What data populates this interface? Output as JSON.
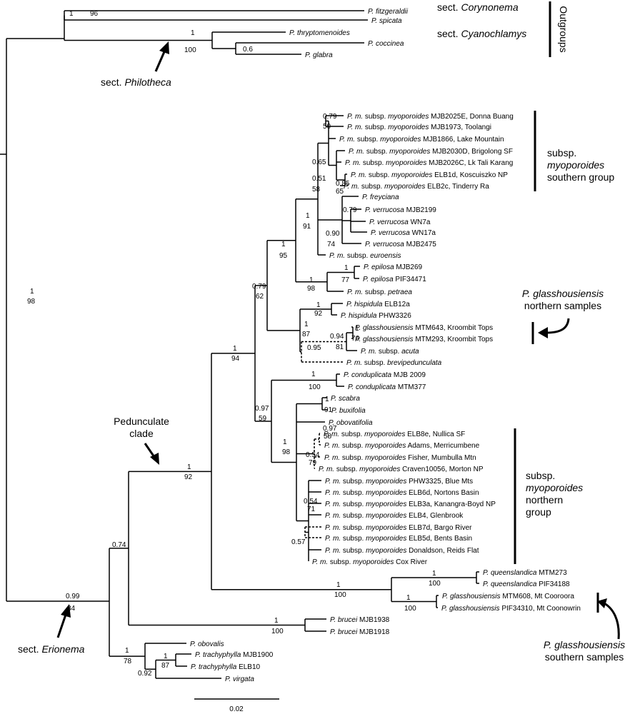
{
  "tips": [
    {
      "id": "fitz",
      "parts": [
        [
          "P. fitzgeraldii",
          true
        ]
      ]
    },
    {
      "id": "spic",
      "parts": [
        [
          "P. spicata",
          true
        ]
      ]
    },
    {
      "id": "thry",
      "parts": [
        [
          "P. thryptomenoides",
          true
        ]
      ]
    },
    {
      "id": "cocc",
      "parts": [
        [
          "P. coccinea",
          true
        ]
      ]
    },
    {
      "id": "glab",
      "parts": [
        [
          "P. glabra",
          true
        ]
      ]
    },
    {
      "id": "m1",
      "parts": [
        [
          "P. m.",
          true
        ],
        [
          " subsp. ",
          false
        ],
        [
          "myoporoides",
          true
        ],
        [
          " MJB2025E, Donna Buang",
          false
        ]
      ]
    },
    {
      "id": "m2",
      "parts": [
        [
          "P. m.",
          true
        ],
        [
          " subsp. ",
          false
        ],
        [
          "myoporoides",
          true
        ],
        [
          " MJB1973, Toolangi",
          false
        ]
      ]
    },
    {
      "id": "m3",
      "parts": [
        [
          "P. m.",
          true
        ],
        [
          " subsp. ",
          false
        ],
        [
          "myoporoides",
          true
        ],
        [
          " MJB1866, Lake Mountain",
          false
        ]
      ]
    },
    {
      "id": "m4",
      "parts": [
        [
          "P. m.",
          true
        ],
        [
          " subsp. ",
          false
        ],
        [
          "myoporoides",
          true
        ],
        [
          " MJB2030D, Brigolong SF",
          false
        ]
      ]
    },
    {
      "id": "m5",
      "parts": [
        [
          "P. m.",
          true
        ],
        [
          " subsp. ",
          false
        ],
        [
          "myoporoides",
          true
        ],
        [
          " MJB2026C, Lk Tali Karang",
          false
        ]
      ]
    },
    {
      "id": "m6",
      "parts": [
        [
          "P. m.",
          true
        ],
        [
          " subsp. ",
          false
        ],
        [
          "myoporoides",
          true
        ],
        [
          " ELB1d, Koscuiszko NP",
          false
        ]
      ]
    },
    {
      "id": "m7",
      "parts": [
        [
          "P. m.",
          true
        ],
        [
          " subsp. ",
          false
        ],
        [
          "myoporoides",
          true
        ],
        [
          " ELB2c, Tinderry Ra",
          false
        ]
      ]
    },
    {
      "id": "frey",
      "parts": [
        [
          "P. freyciana",
          true
        ]
      ]
    },
    {
      "id": "v1",
      "parts": [
        [
          "P. verrucosa",
          true
        ],
        [
          " MJB2199",
          false
        ]
      ]
    },
    {
      "id": "v2",
      "parts": [
        [
          "P. verrucosa",
          true
        ],
        [
          " WN7a",
          false
        ]
      ]
    },
    {
      "id": "v3",
      "parts": [
        [
          "P. verrucosa",
          true
        ],
        [
          " WN17a",
          false
        ]
      ]
    },
    {
      "id": "v4",
      "parts": [
        [
          "P. verrucosa",
          true
        ],
        [
          " MJB2475",
          false
        ]
      ]
    },
    {
      "id": "euro",
      "parts": [
        [
          "P. m.",
          true
        ],
        [
          " subsp. ",
          false
        ],
        [
          "euroensis",
          true
        ]
      ]
    },
    {
      "id": "ep1",
      "parts": [
        [
          "P. epilosa",
          true
        ],
        [
          " MJB269",
          false
        ]
      ]
    },
    {
      "id": "ep2",
      "parts": [
        [
          "P. epilosa",
          true
        ],
        [
          " PIF34471",
          false
        ]
      ]
    },
    {
      "id": "petr",
      "parts": [
        [
          "P. m.",
          true
        ],
        [
          " subsp. ",
          false
        ],
        [
          "petraea",
          true
        ]
      ]
    },
    {
      "id": "h1",
      "parts": [
        [
          "P. hispidula",
          true
        ],
        [
          " ELB12a",
          false
        ]
      ]
    },
    {
      "id": "h2",
      "parts": [
        [
          "P. hispidula",
          true
        ],
        [
          " PHW3326",
          false
        ]
      ]
    },
    {
      "id": "g1",
      "parts": [
        [
          "P. glasshousiensis",
          true
        ],
        [
          " MTM643, Kroombit Tops",
          false
        ]
      ]
    },
    {
      "id": "g2",
      "parts": [
        [
          "P. glasshousiensis",
          true
        ],
        [
          " MTM293, Kroombit Tops",
          false
        ]
      ]
    },
    {
      "id": "acut",
      "parts": [
        [
          "P. m.",
          true
        ],
        [
          " subsp. ",
          false
        ],
        [
          "acuta",
          true
        ]
      ]
    },
    {
      "id": "brev",
      "parts": [
        [
          "P. m.",
          true
        ],
        [
          " subsp. ",
          false
        ],
        [
          "brevipedunculata",
          true
        ]
      ]
    },
    {
      "id": "c1",
      "parts": [
        [
          "P. conduplicata",
          true
        ],
        [
          " MJB 2009",
          false
        ]
      ]
    },
    {
      "id": "c2",
      "parts": [
        [
          "P. conduplicata",
          true
        ],
        [
          " MTM377",
          false
        ]
      ]
    },
    {
      "id": "scab",
      "parts": [
        [
          "P. scabra",
          true
        ]
      ]
    },
    {
      "id": "buxi",
      "parts": [
        [
          "P. buxifolia",
          true
        ]
      ]
    },
    {
      "id": "obov",
      "parts": [
        [
          "P. obovatifolia",
          true
        ]
      ]
    },
    {
      "id": "n1",
      "parts": [
        [
          "P. m.",
          true
        ],
        [
          " subsp. ",
          false
        ],
        [
          "myoporoides",
          true
        ],
        [
          " ELB8e, Nullica SF",
          false
        ]
      ]
    },
    {
      "id": "n2",
      "parts": [
        [
          "P. m.",
          true
        ],
        [
          " subsp. ",
          false
        ],
        [
          "myoporoides",
          true
        ],
        [
          " Adams, Merricumbene",
          false
        ]
      ]
    },
    {
      "id": "n3",
      "parts": [
        [
          "P. m.",
          true
        ],
        [
          " subsp. ",
          false
        ],
        [
          "myoporoides",
          true
        ],
        [
          " Fisher, Mumbulla Mtn",
          false
        ]
      ]
    },
    {
      "id": "n4",
      "parts": [
        [
          "P. m.",
          true
        ],
        [
          " subsp. ",
          false
        ],
        [
          "myoporoides",
          true
        ],
        [
          " Craven10056, Morton NP",
          false
        ]
      ]
    },
    {
      "id": "n5",
      "parts": [
        [
          "P. m.",
          true
        ],
        [
          " subsp. ",
          false
        ],
        [
          "myoporoides",
          true
        ],
        [
          " PHW3325, Blue Mts",
          false
        ]
      ]
    },
    {
      "id": "n6",
      "parts": [
        [
          "P. m.",
          true
        ],
        [
          " subsp. ",
          false
        ],
        [
          "myoporoides",
          true
        ],
        [
          " ELB6d, Nortons Basin",
          false
        ]
      ]
    },
    {
      "id": "n7",
      "parts": [
        [
          "P. m.",
          true
        ],
        [
          " subsp. ",
          false
        ],
        [
          "myoporoides",
          true
        ],
        [
          " ELB3a, Kanangra-Boyd NP",
          false
        ]
      ]
    },
    {
      "id": "n8",
      "parts": [
        [
          "P. m.",
          true
        ],
        [
          " subsp. ",
          false
        ],
        [
          "myoporoides",
          true
        ],
        [
          " ELB4, Glenbrook",
          false
        ]
      ]
    },
    {
      "id": "n9",
      "parts": [
        [
          "P. m.",
          true
        ],
        [
          " subsp. ",
          false
        ],
        [
          "myoporoides",
          true
        ],
        [
          " ELB7d, Bargo River",
          false
        ]
      ]
    },
    {
      "id": "n10",
      "parts": [
        [
          "P. m.",
          true
        ],
        [
          " subsp. ",
          false
        ],
        [
          "myoporoides",
          true
        ],
        [
          " ELB5d, Bents Basin",
          false
        ]
      ]
    },
    {
      "id": "n11",
      "parts": [
        [
          "P. m.",
          true
        ],
        [
          " subsp. ",
          false
        ],
        [
          "myoporoides",
          true
        ],
        [
          " Donaldson, Reids Flat",
          false
        ]
      ]
    },
    {
      "id": "n12",
      "parts": [
        [
          "P. m.",
          true
        ],
        [
          " subsp. ",
          false
        ],
        [
          "myoporoides",
          true
        ],
        [
          " Cox River",
          false
        ]
      ]
    },
    {
      "id": "q1",
      "parts": [
        [
          "P. queenslandica",
          true
        ],
        [
          " MTM273",
          false
        ]
      ]
    },
    {
      "id": "q2",
      "parts": [
        [
          "P. queenslandica",
          true
        ],
        [
          " PIF34188",
          false
        ]
      ]
    },
    {
      "id": "gs1",
      "parts": [
        [
          "P. glasshousiensis",
          true
        ],
        [
          " MTM608, Mt Cooroora",
          false
        ]
      ]
    },
    {
      "id": "gs2",
      "parts": [
        [
          "P. glasshousiensis",
          true
        ],
        [
          " PIF34310, Mt Coonowrin",
          false
        ]
      ]
    },
    {
      "id": "br1",
      "parts": [
        [
          "P. brucei",
          true
        ],
        [
          " MJB1938",
          false
        ]
      ]
    },
    {
      "id": "br2",
      "parts": [
        [
          "P. brucei",
          true
        ],
        [
          " MJB1918",
          false
        ]
      ]
    },
    {
      "id": "obvl",
      "parts": [
        [
          "P. obovalis",
          true
        ]
      ]
    },
    {
      "id": "t1",
      "parts": [
        [
          "P. trachyphylla",
          true
        ],
        [
          " MJB1900",
          false
        ]
      ]
    },
    {
      "id": "t2",
      "parts": [
        [
          "P. trachyphylla",
          true
        ],
        [
          " ELB10",
          false
        ]
      ]
    },
    {
      "id": "virg",
      "parts": [
        [
          "P. virgata",
          true
        ]
      ]
    }
  ],
  "supports": [
    {
      "id": "s_root_pp",
      "text": "0.99"
    },
    {
      "id": "s_root_bs",
      "text": "84"
    },
    {
      "id": "s_b1_pp",
      "text": "1"
    },
    {
      "id": "s_b1_bs",
      "text": "96"
    },
    {
      "id": "s_b2_pp",
      "text": "1"
    },
    {
      "id": "s_b2_bs",
      "text": "98"
    },
    {
      "id": "s_b3_pp",
      "text": "1"
    },
    {
      "id": "s_b3_bs",
      "text": "100"
    },
    {
      "id": "s_b4_pp",
      "text": "0.6"
    },
    {
      "id": "s_a_pp",
      "text": "0.74"
    },
    {
      "id": "s_p_pp",
      "text": "1"
    },
    {
      "id": "s_p_bs",
      "text": "92"
    },
    {
      "id": "s_q_pp",
      "text": "1"
    },
    {
      "id": "s_q_bs",
      "text": "94"
    },
    {
      "id": "s_r_pp",
      "text": "0.79"
    },
    {
      "id": "s_r_bs",
      "text": "62"
    },
    {
      "id": "s_t_pp",
      "text": "1"
    },
    {
      "id": "s_t_bs",
      "text": "95"
    },
    {
      "id": "s_u_pp",
      "text": "1"
    },
    {
      "id": "s_u_bs",
      "text": "91"
    },
    {
      "id": "s_v_pp",
      "text": "0.51"
    },
    {
      "id": "s_v_bs",
      "text": "58"
    },
    {
      "id": "s_w_pp",
      "text": "0.79"
    },
    {
      "id": "s_w_bs",
      "text": "50"
    },
    {
      "id": "s_x_pp",
      "text": "0.65"
    },
    {
      "id": "s_y_pp",
      "text": "0.85"
    },
    {
      "id": "s_y_bs",
      "text": "65"
    },
    {
      "id": "s_z_pp",
      "text": "0.90"
    },
    {
      "id": "s_z_bs",
      "text": "74"
    },
    {
      "id": "s_vv_pp",
      "text": "0.79"
    },
    {
      "id": "s_ep_pp",
      "text": "1"
    },
    {
      "id": "s_ep_bs",
      "text": "98"
    },
    {
      "id": "s_ep2_pp",
      "text": "1"
    },
    {
      "id": "s_ep2_bs",
      "text": "77"
    },
    {
      "id": "s_h_pp",
      "text": "1"
    },
    {
      "id": "s_h_bs",
      "text": "87"
    },
    {
      "id": "s_hh_pp",
      "text": "1"
    },
    {
      "id": "s_hh_bs",
      "text": "92"
    },
    {
      "id": "s_g_pp",
      "text": "0.95"
    },
    {
      "id": "s_g2_pp",
      "text": "0.94"
    },
    {
      "id": "s_g2_bs",
      "text": "81"
    },
    {
      "id": "s_g3_pp",
      "text": "1"
    },
    {
      "id": "s_g3_bs",
      "text": "76"
    },
    {
      "id": "s_s_pp",
      "text": "0.97"
    },
    {
      "id": "s_s_bs",
      "text": "59"
    },
    {
      "id": "s_c_pp",
      "text": "1"
    },
    {
      "id": "s_c_bs",
      "text": "100"
    },
    {
      "id": "s_n_pp",
      "text": "1"
    },
    {
      "id": "s_n_bs",
      "text": "98"
    },
    {
      "id": "s_sb_pp",
      "text": "1"
    },
    {
      "id": "s_sb_bs",
      "text": "91"
    },
    {
      "id": "s_na_pp",
      "text": "0.97"
    },
    {
      "id": "s_na_bs",
      "text": "58"
    },
    {
      "id": "s_nb_pp",
      "text": "0.54"
    },
    {
      "id": "s_nb_bs",
      "text": "79"
    },
    {
      "id": "s_nc_pp",
      "text": "0.54"
    },
    {
      "id": "s_nc_bs",
      "text": "71"
    },
    {
      "id": "s_nd_pp",
      "text": "0.57"
    },
    {
      "id": "s_qq_pp",
      "text": "1"
    },
    {
      "id": "s_qq_bs",
      "text": "100"
    },
    {
      "id": "s_qa_pp",
      "text": "1"
    },
    {
      "id": "s_qa_bs",
      "text": "100"
    },
    {
      "id": "s_gs_pp",
      "text": "1"
    },
    {
      "id": "s_gs_bs",
      "text": "100"
    },
    {
      "id": "s_br_pp",
      "text": "1"
    },
    {
      "id": "s_br_bs",
      "text": "100"
    },
    {
      "id": "s_tr_pp",
      "text": "1"
    },
    {
      "id": "s_tr_bs",
      "text": "78"
    },
    {
      "id": "s_tr2_pp",
      "text": "0.92"
    },
    {
      "id": "s_tr3_pp",
      "text": "1"
    },
    {
      "id": "s_tr3_bs",
      "text": "87"
    }
  ],
  "groups": {
    "corynonema": [
      "sect. ",
      "Corynonema"
    ],
    "cyanochlamys": [
      "sect. ",
      "Cyanochlamys"
    ],
    "outgroups": "Outgroups",
    "philotheca": [
      "sect. ",
      "Philotheca"
    ],
    "erionema": [
      "sect. ",
      "Erionema"
    ],
    "pedunculate_1": "Pedunculate",
    "pedunculate_2": "clade",
    "south_1": "subsp.",
    "south_2": "myoporoides",
    "south_3": "southern group",
    "north_1": "subsp.",
    "north_2": "myoporoides",
    "north_3": "northern",
    "north_4": "group",
    "gnorth_1": "P. glasshousiensis",
    "gnorth_2": "northern samples",
    "gsouth_1": "P. glasshousiensis",
    "gsouth_2": "southern samples"
  },
  "scale_bar": {
    "label": "0.02"
  }
}
